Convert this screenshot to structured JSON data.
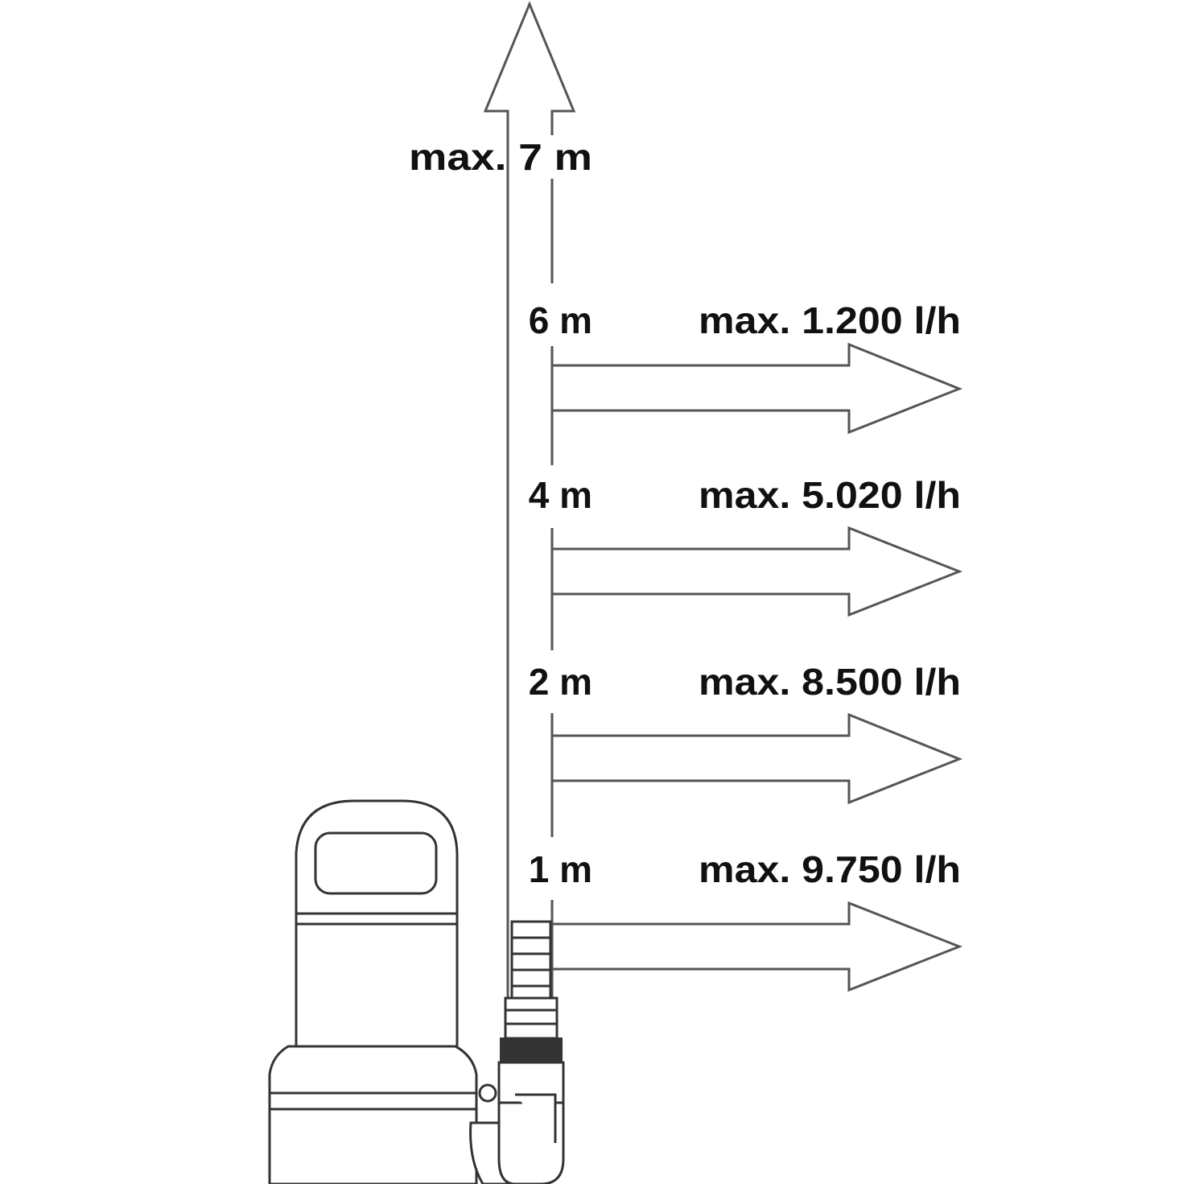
{
  "colors": {
    "background": "#ffffff",
    "outline": "#555555",
    "text": "#111111"
  },
  "vertical_arrow": {
    "label": "max. 7 m"
  },
  "levels": [
    {
      "height": "6 m",
      "flow": "max. 1.200 l/h"
    },
    {
      "height": "4 m",
      "flow": "max. 5.020 l/h"
    },
    {
      "height": "2 m",
      "flow": "max. 8.500 l/h"
    },
    {
      "height": "1 m",
      "flow": "max. 9.750 l/h"
    }
  ],
  "icons": [
    "submersible-pump-icon",
    "hose-connector-icon"
  ]
}
